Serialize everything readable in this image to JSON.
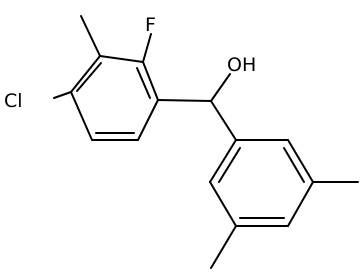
{
  "molecule": {
    "atom_labels": {
      "chlorine": "Cl",
      "fluorine": "F",
      "hydroxyl": "OH"
    },
    "colors": {
      "background": "#ffffff",
      "bonds": "#000000",
      "labels": "#000000"
    }
  }
}
